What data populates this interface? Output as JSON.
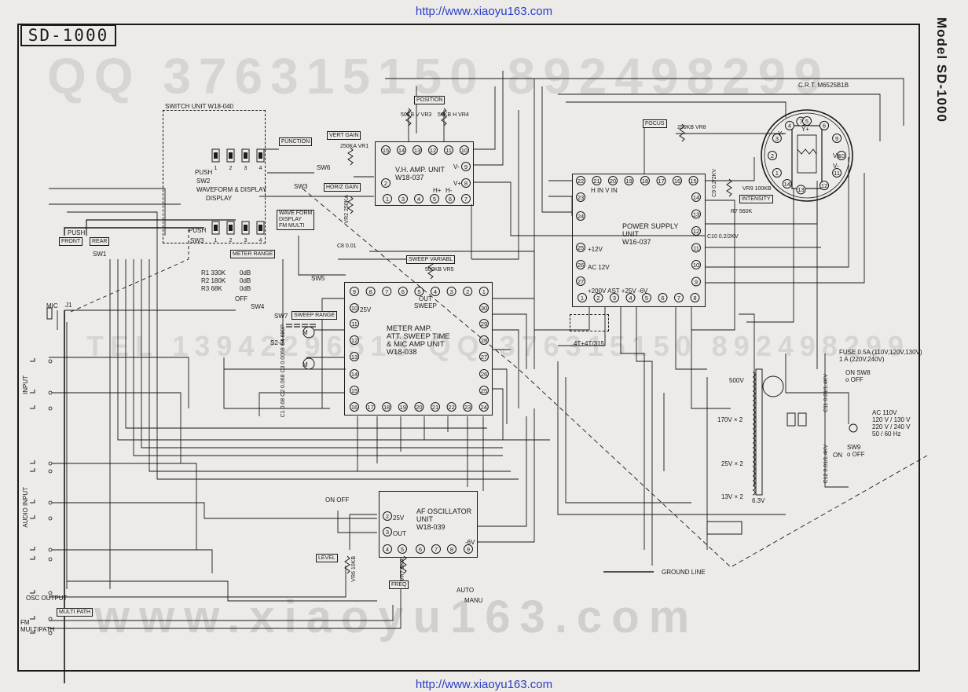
{
  "header": {
    "model_box": "SD-1000",
    "side_title": "Model SD-1000",
    "url_top": "http://www.xiaoyu163.com",
    "url_bottom": "http://www.xiaoyu163.com"
  },
  "watermarks": {
    "qq": "QQ 376315150  892498299",
    "tel": "TEL 13942296513  QQ 376315150  892498299",
    "web": "www.xiaoyu163.com"
  },
  "units": {
    "switch_unit": "SWITCH UNIT  W18-040",
    "vh_amp": "V.H. AMP. UNIT\nW18-037",
    "power_supply": "POWER SUPPLY\nUNIT\nW16-037",
    "meter_amp": "METER AMP.\nATT. SWEEP TIME\n& MIC AMP UNIT\nW18-038",
    "af_osc": "AF OSCILLATOR\nUNIT\nW18-039",
    "crt": "C.R.T.  M6525B1B"
  },
  "tags": {
    "function": "FUNCTION",
    "vert_gain": "VERT GAIN",
    "horiz_gain": "HORIZ GAIN",
    "position": "POSITION",
    "focus": "FOCUS",
    "intensity": "INTENSITY",
    "meter_range": "METER RANGE",
    "sweep_variabl": "SWEEP VARIABL",
    "sweep_range": "SWEEP RANGE",
    "level": "LEVEL",
    "freq": "FREQ",
    "multi_path": "MULTI PATH",
    "wave_form": "WAVE FORM\nDISPLAY\nFM MULTI",
    "front": "FRONT",
    "rear": "REAR"
  },
  "labels": {
    "push": "PUSH",
    "waveform_display": "WAVEFORM & DISPLAY",
    "display": "DISPLAY",
    "sw1": "SW1",
    "sw2": "SW2",
    "sw3": "SW3",
    "sw4": "SW4",
    "sw5": "SW5",
    "sw6": "SW6",
    "sw7": "SW7",
    "mic": "MIC",
    "j1": "J1",
    "input": "INPUT",
    "audio_input": "AUDIO INPUT",
    "osc_output": "OSC OUTPUT",
    "fm_multipath": "FM\nMULTIPATH",
    "r1": "R1  330K",
    "r2": "R2  180K",
    "r3": "R3  68K",
    "odb1": "0dB",
    "odb2": "0dB",
    "odb3": "0dB",
    "off": "OFF",
    "vr1": "250KA  VR1",
    "vr2": "VR2 250KA",
    "vr3": "50KB  V  VR3",
    "vr4": "50KB  H  VR4",
    "vr5": "500KB  VR5",
    "vr6": "VR6  10KB",
    "vr7": "VR7 5KA",
    "vr8": "250KB  VR8",
    "vr9": "VR9  100KB",
    "r7": "R7  560K",
    "c8": "C8 0.01",
    "c9": "C9 0.2/2KV",
    "c10": "C10 0.2/2KV",
    "c11": "C11 0.01/1.4KV",
    "c12": "C12 0.01/1.4KV",
    "caps": "C1 0.68  C2 0.068  C3 0.0068  C4 680P",
    "s2": "S2-2",
    "twentyfive_v": "25V",
    "out_sweep": "OUT\nSWEEP",
    "fv": "-6V",
    "hin_vin": "H IN  V IN",
    "plus12": "+12V",
    "ac12": "AC 12V",
    "psu_bottom": "+200V  AST  +25V   -6V",
    "diodes": "4T+4T/315",
    "fuse": "FUSE 0.5A (110V,120V,130V)\n1 A (220V,240V)",
    "ac_in": "AC 110V\n120 V / 130 V\n220 V / 240 V\n50 / 60 Hz",
    "sw8": "ON SW8\n  o OFF",
    "sw9": "SW9\n o OFF",
    "on": "ON",
    "v500": "500V",
    "v170": "170V × 2",
    "v25": "25V × 2",
    "v13": "13V × 2",
    "v63": "6.3V",
    "on_off": "ON    OFF",
    "auto": "AUTO",
    "manu": "MANU",
    "out": "OUT",
    "ground_line": "GROUND LINE",
    "vp": "V+",
    "vm": "V-",
    "hp": "H+",
    "hm": "H-",
    "d_vp": "V+",
    "d_vm": "V-",
    "d_yp": "Y+",
    "d_ym": "Y-",
    "m1": "M",
    "m2": "M"
  },
  "numbers": {
    "vh_top": [
      "15",
      "14",
      "13",
      "12",
      "11",
      "10"
    ],
    "vh_bottom": [
      "1",
      "3",
      "4",
      "5",
      "6",
      "7"
    ],
    "meter_top": [
      "9",
      "8",
      "7",
      "6",
      "5",
      "4",
      "3",
      "2",
      "1"
    ],
    "meter_bottom": [
      "16",
      "17",
      "18",
      "19",
      "20",
      "21",
      "22",
      "23",
      "24"
    ],
    "psu_top": [
      "22",
      "21",
      "20",
      "19",
      "18",
      "17",
      "16",
      "15"
    ],
    "psu_bottom": [
      "1",
      "2",
      "3",
      "4",
      "5",
      "6",
      "7",
      "8"
    ],
    "psu_right": [
      "14",
      "13",
      "12",
      "11",
      "10",
      "9"
    ],
    "crt_pins": [
      "7",
      "8",
      "9",
      "10",
      "11",
      "12",
      "13",
      "14",
      "1",
      "2",
      "3",
      "4",
      "5",
      "6"
    ],
    "switch_pos": [
      "1",
      "2",
      "3",
      "4"
    ]
  }
}
